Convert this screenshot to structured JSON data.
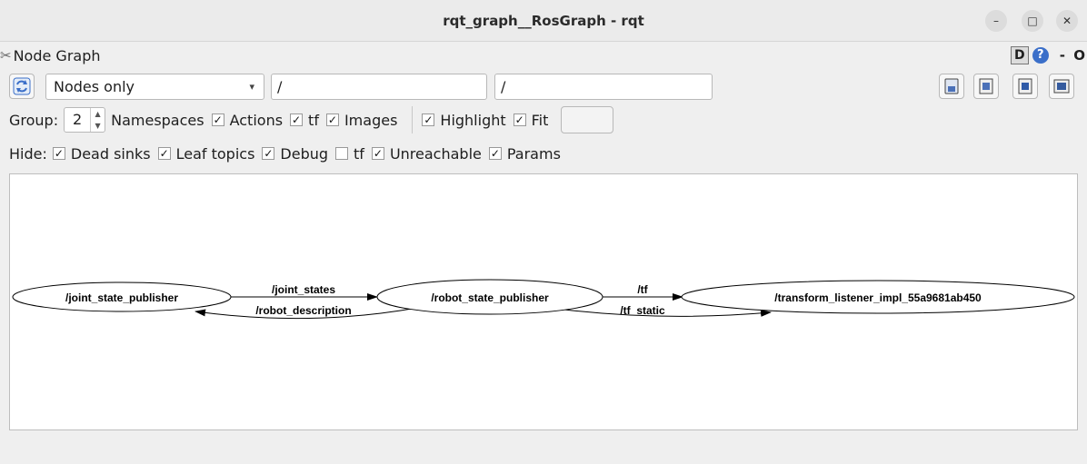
{
  "window": {
    "title": "rqt_graph__RosGraph - rqt",
    "minimize": "–",
    "maximize": "□",
    "close": "✕"
  },
  "plugin": {
    "title": "Node Graph",
    "d_label": "D",
    "help": "?",
    "dash_o": "- O"
  },
  "toolbar": {
    "graph_mode": "Nodes only",
    "filter_in": "/",
    "filter_out": "/"
  },
  "options": {
    "group_label": "Group:",
    "group_value": "2",
    "items": [
      {
        "label": "Namespaces",
        "checked": null
      },
      {
        "label": "Actions",
        "checked": true
      },
      {
        "label": "tf",
        "checked": true
      },
      {
        "label": "Images",
        "checked": true
      },
      {
        "label": "Highlight",
        "checked": true
      },
      {
        "label": "Fit",
        "checked": true
      }
    ]
  },
  "hide": {
    "label": "Hide:",
    "items": [
      {
        "label": "Dead sinks",
        "checked": true
      },
      {
        "label": "Leaf topics",
        "checked": true
      },
      {
        "label": "Debug",
        "checked": true
      },
      {
        "label": "tf",
        "checked": false
      },
      {
        "label": "Unreachable",
        "checked": true
      },
      {
        "label": "Params",
        "checked": true
      }
    ]
  },
  "graph": {
    "nodes": [
      {
        "id": "jsp",
        "label": "/joint_state_publisher"
      },
      {
        "id": "rsp",
        "label": "/robot_state_publisher"
      },
      {
        "id": "tli",
        "label": "/transform_listener_impl_55a9681ab450"
      }
    ],
    "edges": [
      {
        "from": "jsp",
        "to": "rsp",
        "label": "/joint_states"
      },
      {
        "from": "rsp",
        "to": "jsp",
        "label": "/robot_description"
      },
      {
        "from": "rsp",
        "to": "tli",
        "label": "/tf"
      },
      {
        "from": "rsp",
        "to": "tli",
        "label": "/tf_static"
      }
    ]
  }
}
